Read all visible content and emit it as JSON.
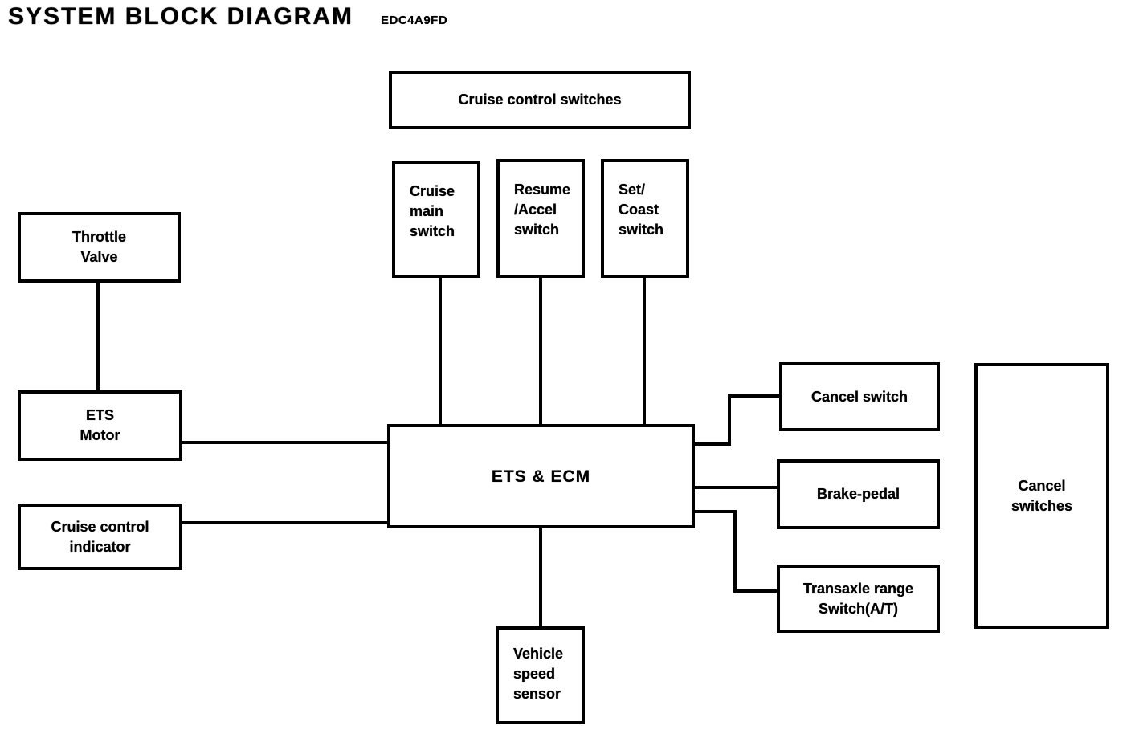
{
  "title": {
    "text": "SYSTEM BLOCK DIAGRAM",
    "code": "EDC4A9FD"
  },
  "colors": {
    "ink": "#000000",
    "paper": "#ffffff"
  },
  "boxes": {
    "cruise_control_switches": "Cruise control switches",
    "cruise_main_switch": "Cruise\nmain\nswitch",
    "resume_accel_switch": "Resume\n/Accel\nswitch",
    "set_coast_switch": "Set/\nCoast\nswitch",
    "throttle_valve": "Throttle\nValve",
    "ets_motor": "ETS\nMotor",
    "cruise_control_indicator": "Cruise control\nindicator",
    "ets_ecm": "ETS & ECM",
    "cancel_switch": "Cancel switch",
    "brake_pedal": "Brake-pedal",
    "transaxle_range_switch": "Transaxle range\nSwitch(A/T)",
    "cancel_switches": "Cancel\nswitches",
    "vehicle_speed_sensor": "Vehicle\nspeed\nsensor"
  },
  "edges": [
    {
      "from": "throttle_valve",
      "to": "ets_motor"
    },
    {
      "from": "ets_motor",
      "to": "ets_ecm"
    },
    {
      "from": "cruise_control_indicator",
      "to": "ets_ecm"
    },
    {
      "from": "cruise_main_switch",
      "to": "ets_ecm"
    },
    {
      "from": "resume_accel_switch",
      "to": "ets_ecm"
    },
    {
      "from": "set_coast_switch",
      "to": "ets_ecm"
    },
    {
      "from": "ets_ecm",
      "to": "cancel_switch"
    },
    {
      "from": "ets_ecm",
      "to": "brake_pedal"
    },
    {
      "from": "ets_ecm",
      "to": "transaxle_range_switch"
    },
    {
      "from": "ets_ecm",
      "to": "vehicle_speed_sensor"
    }
  ]
}
